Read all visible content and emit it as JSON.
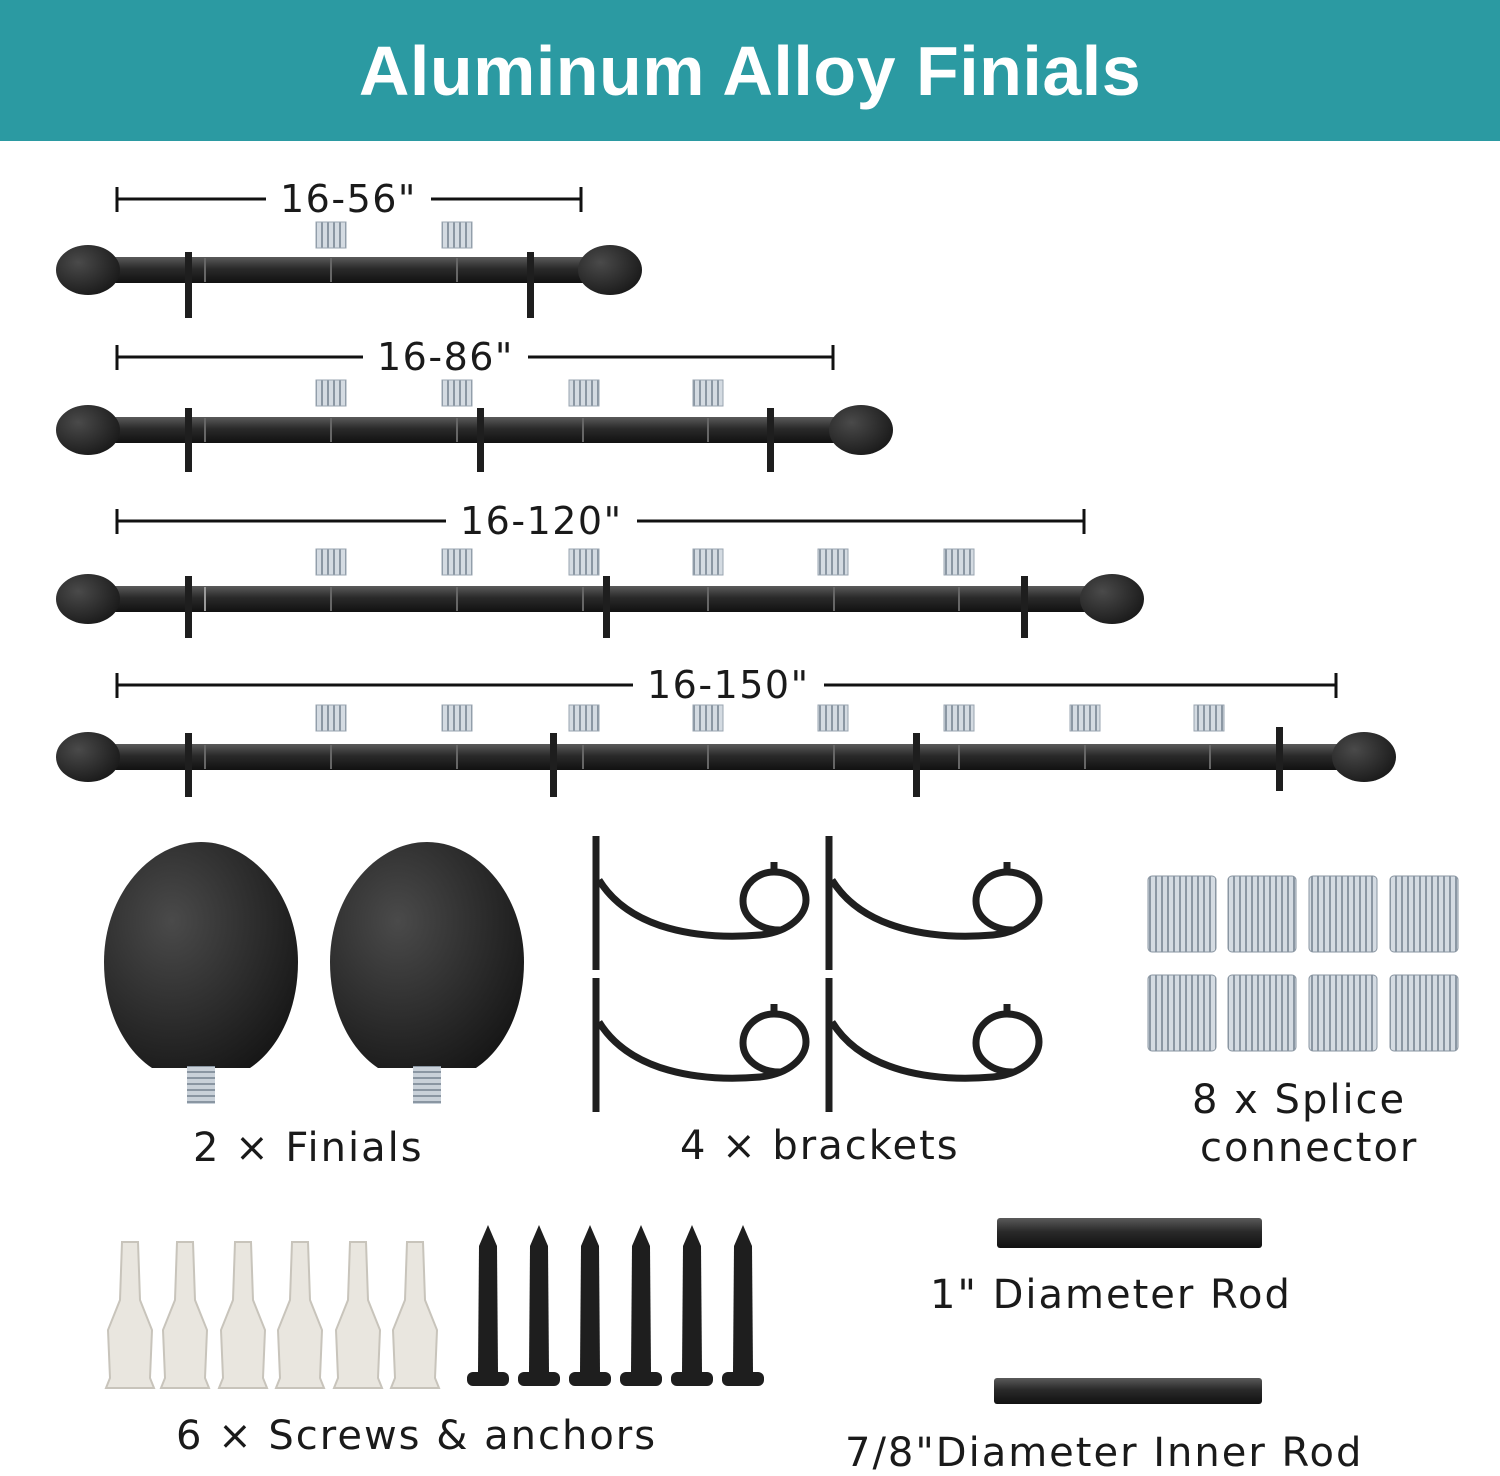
{
  "title": "Aluminum Alloy Finials",
  "rods": [
    {
      "length": "16-56\""
    },
    {
      "length": "16-86\""
    },
    {
      "length": "16-120\""
    },
    {
      "length": "16-150\""
    }
  ],
  "parts": {
    "finials": "2 × Finials",
    "brackets": "4 × brackets",
    "splice_line1": "8 x Splice",
    "splice_line2": "connector",
    "screws": "6 × Screws & anchors",
    "rod_outer": "1\" Diameter Rod",
    "rod_inner": "7/8\"Diameter Inner Rod"
  },
  "colors": {
    "banner": "#2b9aa2",
    "rod": "#2c2c2c",
    "connector": "#b8c2cc"
  }
}
